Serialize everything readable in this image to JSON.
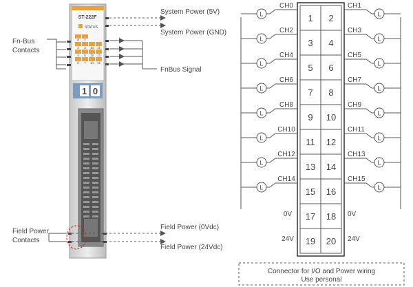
{
  "module": {
    "model": "ST-222F",
    "status_label": "STATUS",
    "led_rows": [
      [
        "0",
        "1"
      ],
      [
        "2",
        "3",
        "10",
        "11"
      ],
      [
        "4",
        "5",
        "12",
        "13"
      ],
      [
        "6",
        "7",
        "14",
        "15"
      ]
    ],
    "digits": [
      "1",
      "0"
    ]
  },
  "annotations": {
    "fn_bus_contacts": [
      "Fn-Bus",
      "Contacts"
    ],
    "system_power_5v": "System Power (5V)",
    "system_power_gnd": "System Power (GND)",
    "fnbus_signal": "FnBus Signal",
    "field_power_contacts": [
      "Field Power",
      "Contacts"
    ],
    "field_power_0v": "Field Power (0Vdc)",
    "field_power_24v": "Field Power (24Vdc)"
  },
  "terminals": {
    "left": [
      {
        "pin": "1",
        "label": "CH0",
        "load": "L"
      },
      {
        "pin": "3",
        "label": "CH2",
        "load": "L"
      },
      {
        "pin": "5",
        "label": "CH4",
        "load": "L"
      },
      {
        "pin": "7",
        "label": "CH6",
        "load": "L"
      },
      {
        "pin": "9",
        "label": "CH8",
        "load": "L"
      },
      {
        "pin": "11",
        "label": "CH10",
        "load": "L"
      },
      {
        "pin": "13",
        "label": "CH12",
        "load": "L"
      },
      {
        "pin": "15",
        "label": "CH14",
        "load": "L"
      },
      {
        "pin": "17",
        "label": "0V",
        "load": ""
      },
      {
        "pin": "19",
        "label": "24V",
        "load": ""
      }
    ],
    "right": [
      {
        "pin": "2",
        "label": "CH1",
        "load": "L"
      },
      {
        "pin": "4",
        "label": "CH3",
        "load": "L"
      },
      {
        "pin": "6",
        "label": "CH5",
        "load": "L"
      },
      {
        "pin": "8",
        "label": "CH7",
        "load": "L"
      },
      {
        "pin": "10",
        "label": "CH9",
        "load": "L"
      },
      {
        "pin": "12",
        "label": "CH11",
        "load": "L"
      },
      {
        "pin": "14",
        "label": "CH13",
        "load": "L"
      },
      {
        "pin": "16",
        "label": "CH15",
        "load": "L"
      },
      {
        "pin": "18",
        "label": "0V",
        "load": ""
      },
      {
        "pin": "20",
        "label": "24V",
        "load": ""
      }
    ]
  },
  "connector_note": [
    "Connector for I/O and Power wiring",
    "Use personal"
  ],
  "colors": {
    "module_orange": "#e8a040",
    "display_blue": "#7a9cc0",
    "line": "#555555",
    "highlight_red": "#cc2222"
  }
}
